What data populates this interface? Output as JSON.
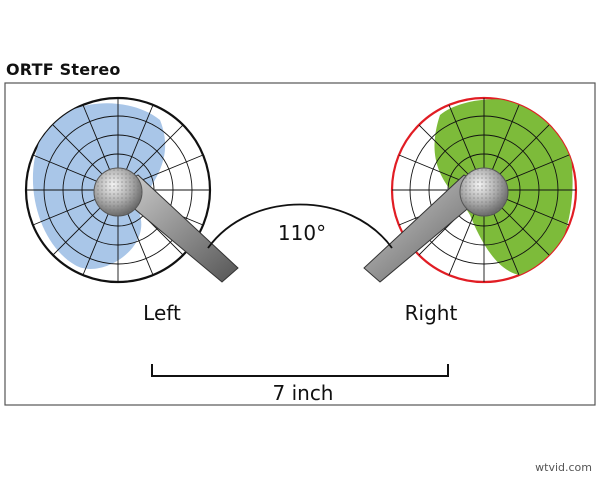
{
  "title": "ORTF Stereo",
  "angle_label": "110°",
  "left_label": "Left",
  "right_label": "Right",
  "distance_label": "7 inch",
  "watermark": "wtvid.com",
  "colors": {
    "left_pattern": "#a9c6e8",
    "right_pattern": "#7dbb3a",
    "right_ring": "#e11d24",
    "left_ring": "#111111"
  },
  "icons": [
    "microphone-icon",
    "polar-pattern-icon"
  ]
}
